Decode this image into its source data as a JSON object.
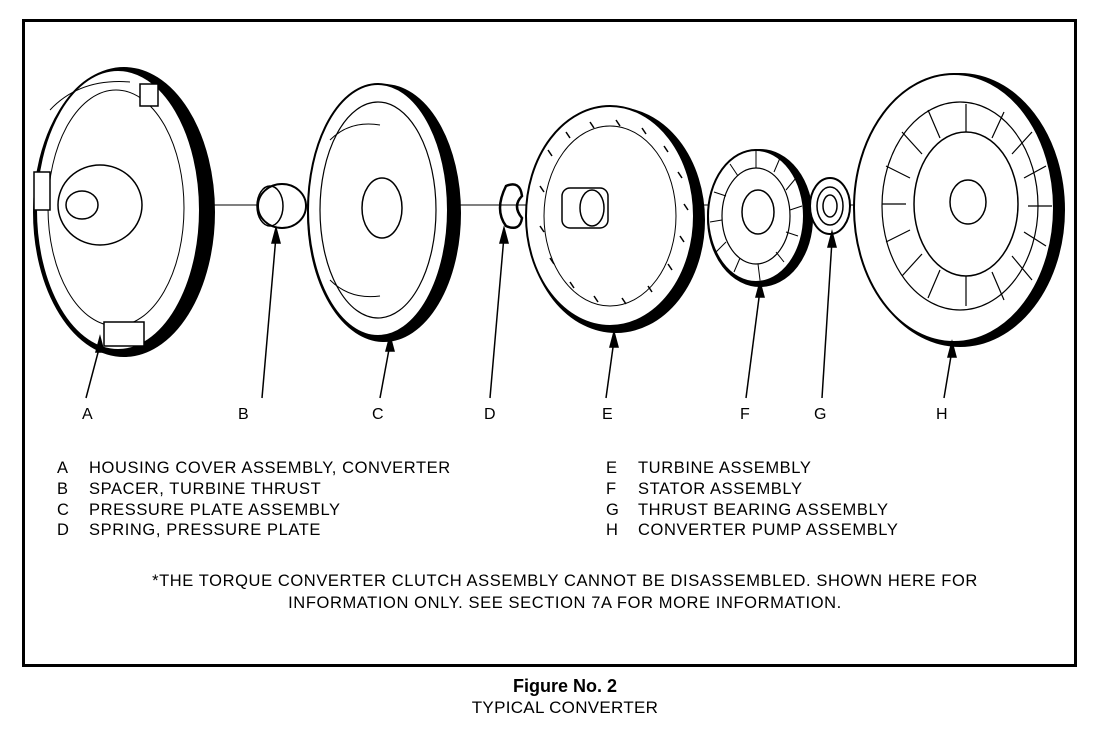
{
  "parts": [
    {
      "key": "A",
      "label": "HOUSING COVER ASSEMBLY, CONVERTER"
    },
    {
      "key": "B",
      "label": "SPACER, TURBINE THRUST"
    },
    {
      "key": "C",
      "label": "PRESSURE PLATE ASSEMBLY"
    },
    {
      "key": "D",
      "label": "SPRING, PRESSURE PLATE"
    },
    {
      "key": "E",
      "label": "TURBINE ASSEMBLY"
    },
    {
      "key": "F",
      "label": "STATOR ASSEMBLY"
    },
    {
      "key": "G",
      "label": "THRUST BEARING ASSEMBLY"
    },
    {
      "key": "H",
      "label": "CONVERTER PUMP ASSEMBLY"
    }
  ],
  "note": {
    "line1": "*THE TORQUE CONVERTER CLUTCH ASSEMBLY CANNOT BE DISASSEMBLED. SHOWN HERE FOR",
    "line2": "INFORMATION ONLY. SEE SECTION 7A FOR MORE INFORMATION."
  },
  "caption": {
    "title": "Figure No. 2",
    "subtitle": "TYPICAL CONVERTER"
  }
}
